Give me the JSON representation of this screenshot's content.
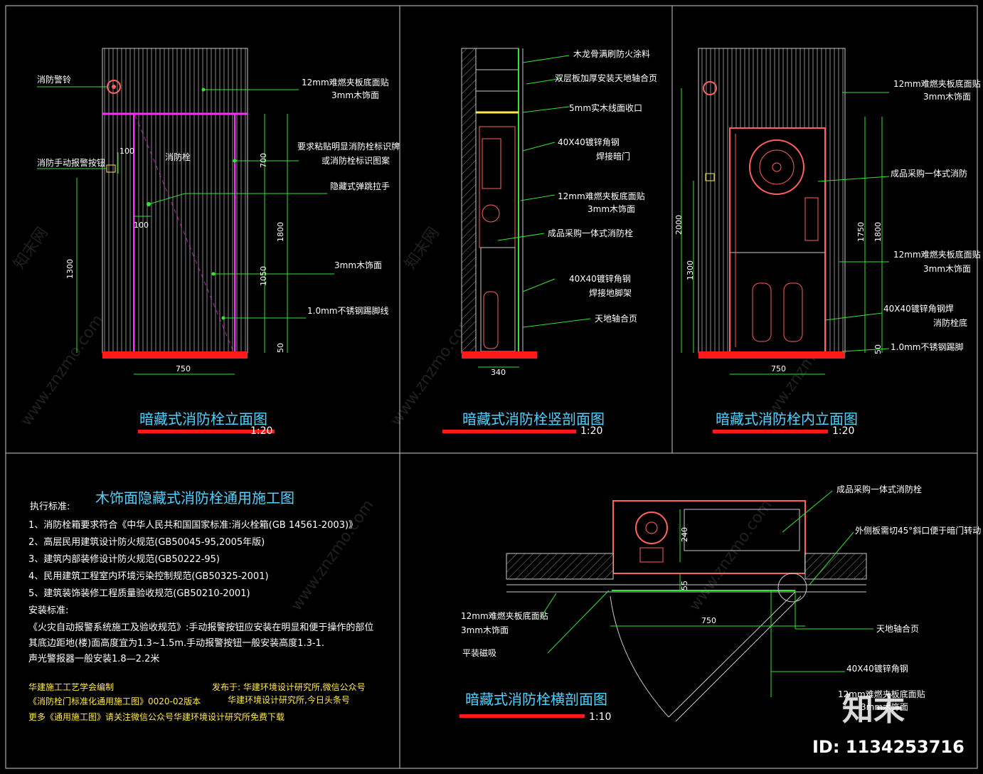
{
  "views": {
    "front": {
      "title": "暗藏式消防栓立面图",
      "scale": "1:20",
      "labels": {
        "alarm_bell": "消防警铃",
        "manual_alarm": "消防手动报警按钮",
        "panel_1": "12mm难燃夹板底面贴",
        "panel_2": "3mm木饰面",
        "sign_1": "要求粘贴明显消防栓标识牌",
        "sign_2": "或消防栓标识图案",
        "hidden_handle": "隐藏式弹跳拉手",
        "wood_face": "3mm木饰面",
        "skirting": "1.0mm不锈钢踢脚线",
        "hydrant_text": "消防栓"
      },
      "dims": {
        "d100a": "100",
        "d100b": "100",
        "d1300": "1300",
        "d700": "700",
        "d1800": "1800",
        "d1050": "1050",
        "d50": "50",
        "d750": "750"
      }
    },
    "section": {
      "title": "暗藏式消防栓竖剖面图",
      "scale": "1:20",
      "labels": {
        "l1": "木龙骨满刷防火涂料",
        "l2": "双层板加厚安装天地轴合页",
        "l3": "5mm实木线面收口",
        "l4a": "40X40镀锌角钢",
        "l4b": "焊接暗门",
        "l5a": "12mm难燃夹板底面贴",
        "l5b": "3mm木饰面",
        "l6": "成品采购一体式消防栓",
        "l7a": "40X40镀锌角钢",
        "l7b": "焊接地脚架",
        "l8": "天地轴合页"
      },
      "dims": {
        "d340": "340"
      }
    },
    "interior": {
      "title": "暗藏式消防栓内立面图",
      "scale": "1:20",
      "labels": {
        "l1a": "12mm难燃夹板底面贴",
        "l1b": "3mm木饰面",
        "l2": "成品采购一体式消防",
        "l3a": "12mm难燃夹板底面贴",
        "l3b": "3mm木饰面",
        "l4a": "40X40镀锌角钢焊",
        "l4b": "消防栓底",
        "l5": "1.0mm不锈钢踢脚"
      },
      "dims": {
        "d2000": "2000",
        "d1300": "1300",
        "d1750": "1750",
        "d1800": "1800",
        "d50": "50",
        "d750": "750"
      }
    },
    "plan": {
      "title": "暗藏式消防栓横剖面图",
      "scale": "1:10",
      "labels": {
        "l1": "成品采购一体式消防栓",
        "l2": "外侧板需切45°斜口便于暗门转动",
        "l3a": "12mm难燃夹板底面贴",
        "l3b": "3mm木饰面",
        "l4": "平装磁吸",
        "l5": "天地轴合页",
        "l6": "40X40镀锌角钢",
        "l7a": "12mm难燃夹板底面贴",
        "l7b": "3mm木饰面"
      },
      "dims": {
        "d240": "240",
        "d55": "55",
        "d750": "750"
      }
    }
  },
  "notes": {
    "heading": "木饰面隐藏式消防栓通用施工图",
    "exec_std": "执行标准:",
    "std_1": "1、消防栓箱要求符合《中华人民共和国国家标准:消火栓箱(GB 14561-2003)》",
    "std_2": "2、高层民用建筑设计防火规范(GB50045-95,2005年版)",
    "std_3": "3、建筑内部装修设计防火规范(GB50222-95)",
    "std_4": "4、民用建筑工程室内环境污染控制规范(GB50325-2001)",
    "std_5": "5、建筑装饰装修工程质量验收规范(GB50210-2001)",
    "install_std": "安装标准:",
    "install_1": "《火灾自动报警系统施工及验收规范》:手动报警按钮应安装在明显和便于操作的部位",
    "install_2": "其底边距地(楼)面高度宜为1.3~1.5m.手动报警按钮一般安装高度1.3-1.",
    "install_3": "声光警报器一般安装1.8—2.2米",
    "footer_1": "华建施工工艺学会编制",
    "footer_2": "发布于: 华建环境设计研究所,微信公众号",
    "footer_3": "《消防栓门标准化通用施工图》0020-02版本",
    "footer_4": "华建环境设计研究所,今日头条号",
    "footer_5": "更多《通用施工图》请关注微信公众号华建环境设计研究所免费下载"
  },
  "watermark": {
    "site": "www.znzmo.com",
    "brand": "知末网",
    "logo": "知末",
    "id": "ID: 1134253716"
  },
  "colors": {
    "frame": "#c8c8c8",
    "leader": "#31e631",
    "magenta": "#ff2dff",
    "red": "#ff1a1a",
    "title": "#4fd2ff",
    "hatch": "#8a8a8a",
    "yellow": "#ffe84a"
  }
}
